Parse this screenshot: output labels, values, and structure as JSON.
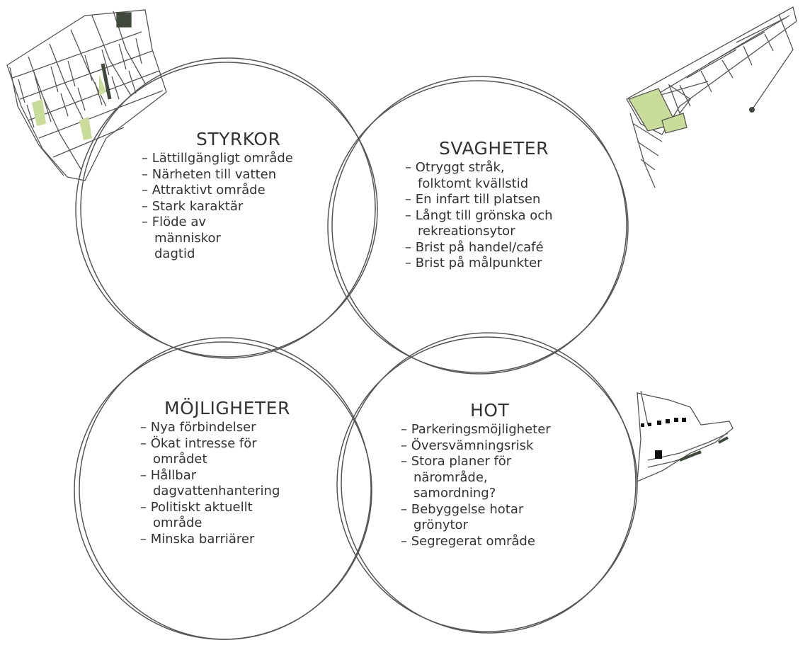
{
  "quadrants": {
    "strengths": {
      "title": "STYRKOR",
      "items": [
        "Lättillgängligt område",
        "Närheten till vatten",
        "Attraktivt område",
        "Stark karaktär",
        "Flöde av människor dagtid"
      ]
    },
    "weaknesses": {
      "title": "SVAGHETER",
      "items": [
        "Otryggt stråk, folktomt kvällstid",
        "En infart till platsen",
        "Långt till grönska och rekreationsytor",
        "Brist på handel/café",
        "Brist på målpunkter"
      ]
    },
    "opportunities": {
      "title": "MÖJLIGHETER",
      "items": [
        "Nya förbindelser",
        "Ökat intresse för området",
        "Hållbar dagvattenhantering",
        "Politiskt aktuellt område",
        "Minska barriärer"
      ]
    },
    "threats": {
      "title": "HOT",
      "items": [
        "Parkeringsmöjligheter",
        "Översvämningsrisk",
        "Stora planer för närområde, samordning?",
        "Bebyggelse hotar grönytor",
        "Segregerat område"
      ]
    }
  },
  "illustrations": [
    "building-sketch",
    "crane-sketch",
    "ship-sketch"
  ],
  "colors": {
    "line": "#555555",
    "accent": "#c9dc9a",
    "dark": "#3f4a3c",
    "text": "#333333"
  }
}
